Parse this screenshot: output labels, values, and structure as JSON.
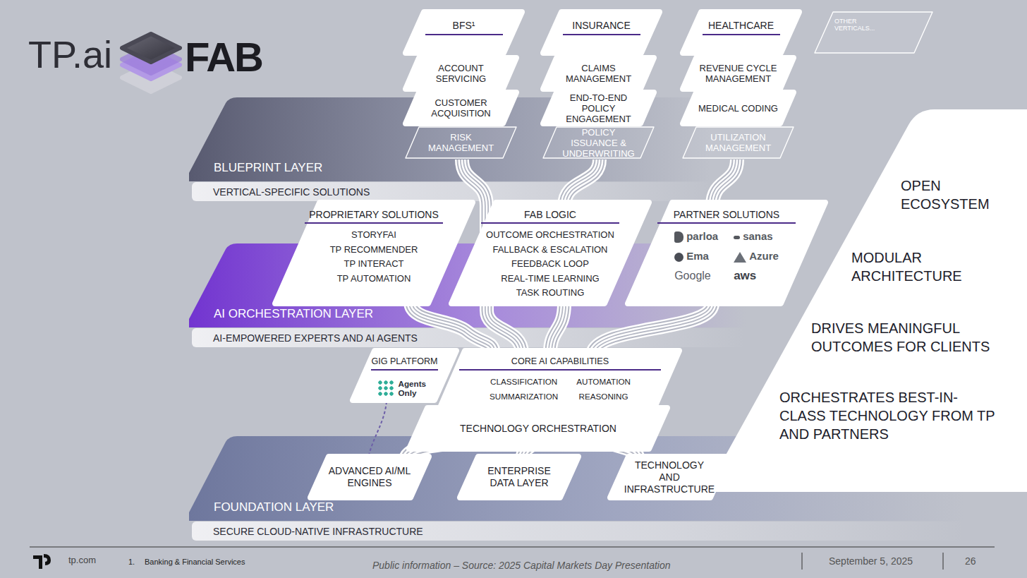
{
  "diagram": {
    "nodes": [
      {
        "text": [
          "BFS¹"
        ]
      },
      {
        "text": [
          "ACCOUNT SERVICING"
        ]
      },
      {
        "text": [
          "CUSTOMER ACQUISITION"
        ]
      },
      {
        "text": [
          "RISK MANAGEMENT"
        ]
      },
      {
        "text": [
          "INSURANCE"
        ]
      },
      {
        "text": [
          "CLAIMS MANAGEMENT"
        ]
      },
      {
        "text": [
          "END-TO-END POLICY ENGAGEMENT"
        ]
      },
      {
        "text": [
          "POLICY ISSUANCE & UNDERWRITING"
        ]
      },
      {
        "text": [
          "HEALTHCARE"
        ]
      },
      {
        "text": [
          "REVENUE CYCLE MANAGEMENT"
        ]
      },
      {
        "text": [
          "MEDICAL CODING"
        ]
      },
      {
        "text": [
          "UTILIZATION MANAGEMENT"
        ]
      },
      {
        "text": [
          "OTHER VERTICALS..."
        ]
      },
      {
        "text": [
          "BLUEPRINT LAYER",
          "VERTICAL-SPECIFIC SOLUTIONS"
        ]
      },
      {
        "text": [
          "PROPRIETARY SOLUTIONS",
          "STORYFAI",
          "TP RECOMMENDER",
          "TP INTERACT",
          "TP AUTOMATION"
        ]
      },
      {
        "text": [
          "FAB LOGIC",
          "OUTCOME ORCHESTRATION",
          "FALLBACK & ESCALATION",
          "FEEDBACK LOOP",
          "REAL-TIME LEARNING",
          "TASK ROUTING"
        ]
      },
      {
        "text": [
          "PARTNER SOLUTIONS",
          "parloa",
          "sanas",
          "Ema",
          "Azure",
          "Google",
          "aws"
        ]
      },
      {
        "text": [
          "AI ORCHESTRATION LAYER",
          "AI-EMPOWERED EXPERTS AND AI AGENTS"
        ]
      },
      {
        "text": [
          "GIG PLATFORM",
          "Agents Only"
        ]
      },
      {
        "text": [
          "CORE AI CAPABILITIES",
          "CLASSIFICATION",
          "AUTOMATION",
          "SUMMARIZATION",
          "REASONING"
        ]
      },
      {
        "text": [
          "TECHNOLOGY ORCHESTRATION"
        ]
      },
      {
        "text": [
          "FOUNDATION LAYER",
          "SECURE CLOUD-NATIVE INFRASTRUCTURE"
        ]
      },
      {
        "text": [
          "ADVANCED AI/ML ENGINES"
        ]
      },
      {
        "text": [
          "ENTERPRISE DATA LAYER"
        ]
      },
      {
        "text": [
          "TECHNOLOGY AND INFRASTRUCTURE"
        ]
      },
      {
        "text": [
          "OPEN ECOSYSTEM",
          "MODULAR ARCHITECTURE",
          "DRIVES MEANINGFUL OUTCOMES FOR CLIENTS",
          "ORCHESTRATES BEST-IN-CLASS TECHNOLOGY FROM TP AND PARTNERS"
        ]
      }
    ],
    "labels": [
      "TP.ai",
      "FAB",
      "tp.com",
      "1.",
      "Banking & Financial Services",
      "Public information – Source: 2025 Capital Markets Day Presentation",
      "September 5, 2025",
      "26"
    ]
  }
}
